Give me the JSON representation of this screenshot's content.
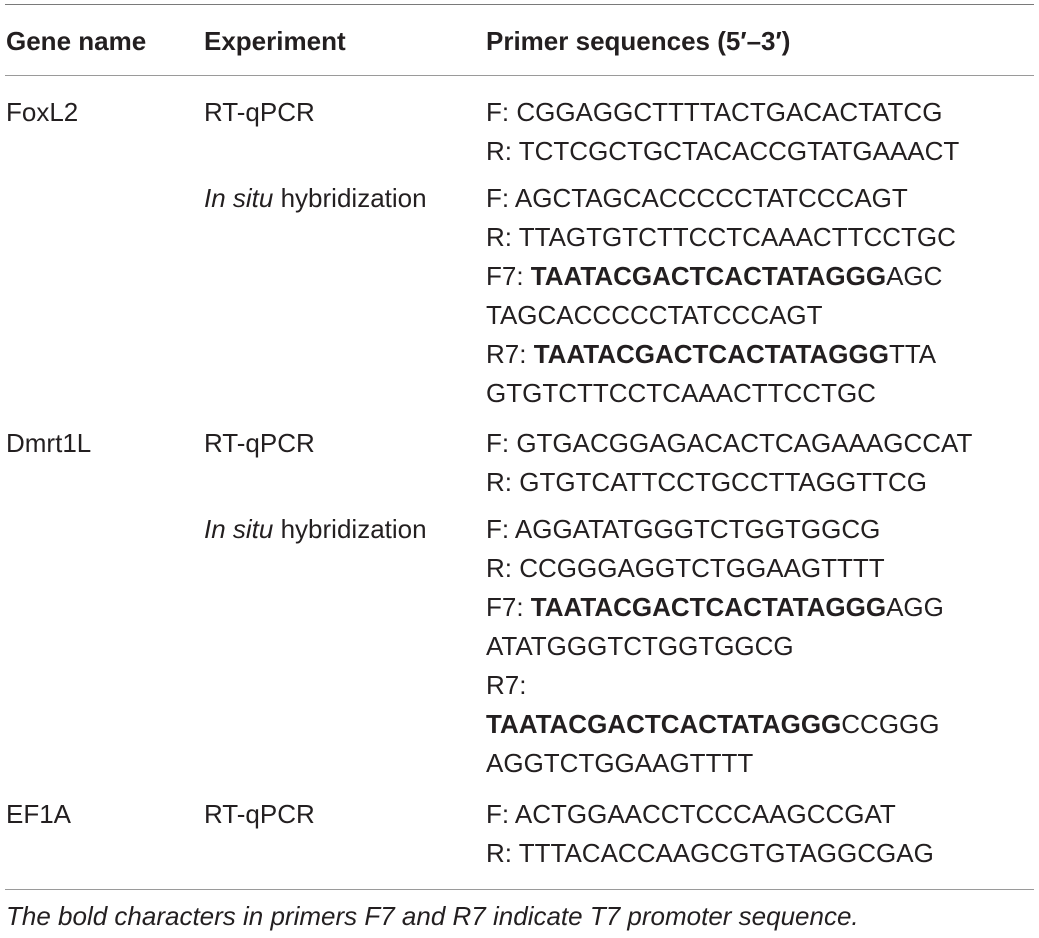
{
  "headers": {
    "gene": "Gene name",
    "experiment": "Experiment",
    "primer": "Primer sequences (5′–3′)"
  },
  "rows": [
    {
      "gene": "FoxL2",
      "experiment": "RT-qPCR",
      "lines": [
        [
          "F: CGGAGGCTTTTACTGACACTATCG"
        ],
        [
          "R: TCTCGCTGCTACACCGTATGAAACT"
        ]
      ]
    },
    {
      "gene": "",
      "experiment_italic": "In situ",
      "experiment_rest": " hybridization",
      "lines": [
        [
          "F: AGCTAGCACCCCCTATCCCAGT"
        ],
        [
          "R: TTAGTGTCTTCCTCAAACTTCCTGC"
        ],
        [
          "F7: ",
          "TAATACGACTCACTATAGGG",
          "AGC"
        ],
        [
          "TAGCACCCCCTATCCCAGT"
        ],
        [
          "R7: ",
          "TAATACGACTCACTATAGGG",
          "TTA"
        ],
        [
          "GTGTCTTCCTCAAACTTCCTGC"
        ]
      ]
    },
    {
      "gene": "Dmrt1L",
      "experiment": "RT-qPCR",
      "lines": [
        [
          "F: GTGACGGAGACACTCAGAAAGCCAT"
        ],
        [
          "R: GTGTCATTCCTGCCTTAGGTTCG"
        ]
      ]
    },
    {
      "gene": "",
      "experiment_italic": "In situ",
      "experiment_rest": " hybridization",
      "lines": [
        [
          "F: AGGATATGGGTCTGGTGGCG"
        ],
        [
          "R: CCGGGAGGTCTGGAAGTTTT"
        ],
        [
          "F7: ",
          "TAATACGACTCACTATAGGG",
          "AGG"
        ],
        [
          "ATATGGGTCTGGTGGCG"
        ],
        [
          "R7:"
        ],
        [
          "",
          "TAATACGACTCACTATAGGG",
          "CCGGG"
        ],
        [
          "AGGTCTGGAAGTTTT"
        ]
      ]
    },
    {
      "gene": "EF1A",
      "experiment": "RT-qPCR",
      "lines": [
        [
          "F: ACTGGAACCTCCCAAGCCGAT"
        ],
        [
          "R: TTTACACCAAGCGTGTAGGCGAG"
        ]
      ]
    }
  ],
  "footnote": "The bold characters in primers F7 and R7 indicate T7 promoter sequence."
}
